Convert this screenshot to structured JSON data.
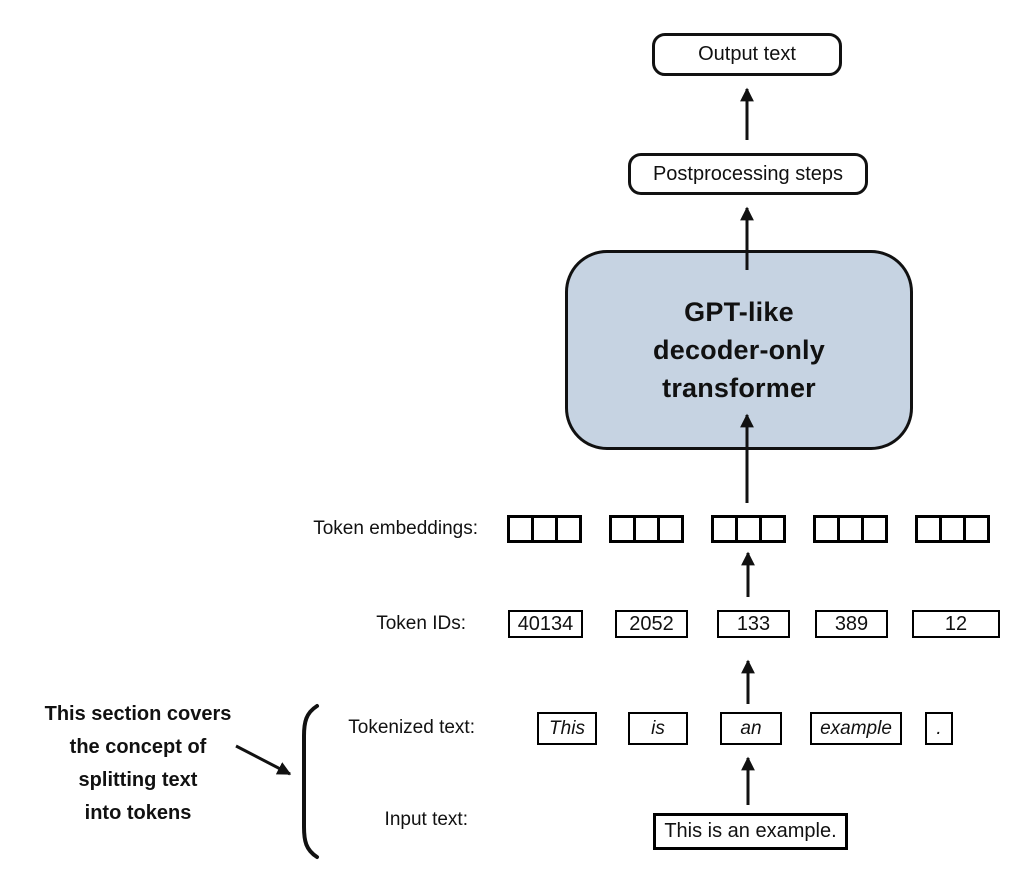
{
  "colors": {
    "background": "#ffffff",
    "stroke": "#111111",
    "transformer_fill": "#c6d3e2"
  },
  "pipeline": {
    "output_box": "Output text",
    "postprocessing_box": "Postprocessing steps",
    "transformer_lines": [
      "GPT-like",
      "decoder-only",
      "transformer"
    ]
  },
  "rows": {
    "embeddings": {
      "label": "Token embeddings:",
      "groups": 5,
      "squares_per_group": 3
    },
    "token_ids": {
      "label": "Token IDs:",
      "values": [
        "40134",
        "2052",
        "133",
        "389",
        "12"
      ]
    },
    "tokenized": {
      "label": "Tokenized text:",
      "tokens": [
        "This",
        "is",
        "an",
        "example",
        "."
      ]
    },
    "input": {
      "label": "Input text:",
      "value": "This is an example."
    }
  },
  "annotation": {
    "lines": [
      "This section covers",
      "the concept of",
      "splitting text",
      "into tokens"
    ]
  }
}
